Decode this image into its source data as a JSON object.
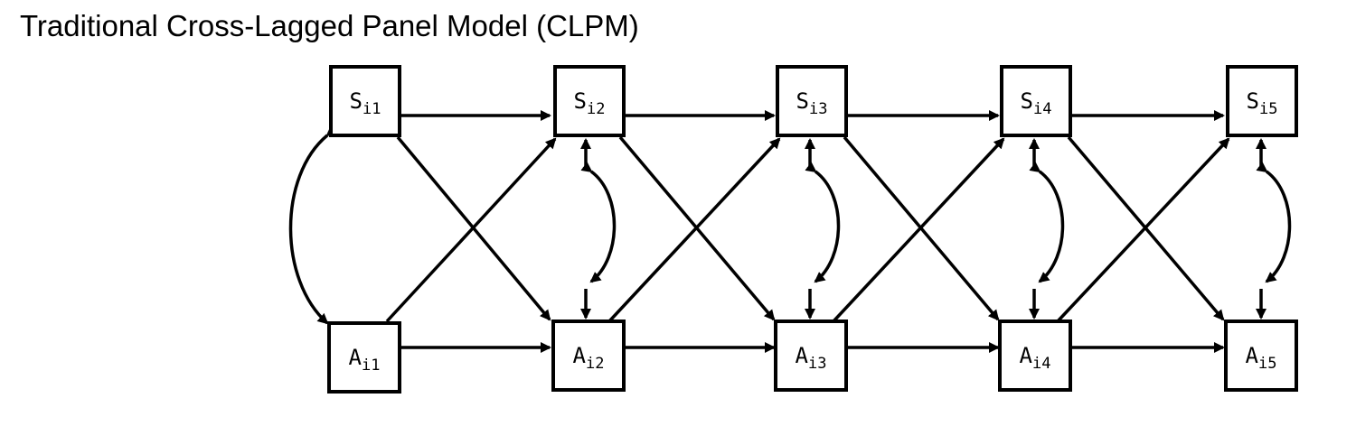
{
  "title": "Traditional Cross-Lagged Panel Model (CLPM)",
  "nodes": {
    "S": [
      {
        "letter": "S",
        "sub": "i1"
      },
      {
        "letter": "S",
        "sub": "i2"
      },
      {
        "letter": "S",
        "sub": "i3"
      },
      {
        "letter": "S",
        "sub": "i4"
      },
      {
        "letter": "S",
        "sub": "i5"
      }
    ],
    "A": [
      {
        "letter": "A",
        "sub": "i1"
      },
      {
        "letter": "A",
        "sub": "i2"
      },
      {
        "letter": "A",
        "sub": "i3"
      },
      {
        "letter": "A",
        "sub": "i4"
      },
      {
        "letter": "A",
        "sub": "i5"
      }
    ]
  }
}
